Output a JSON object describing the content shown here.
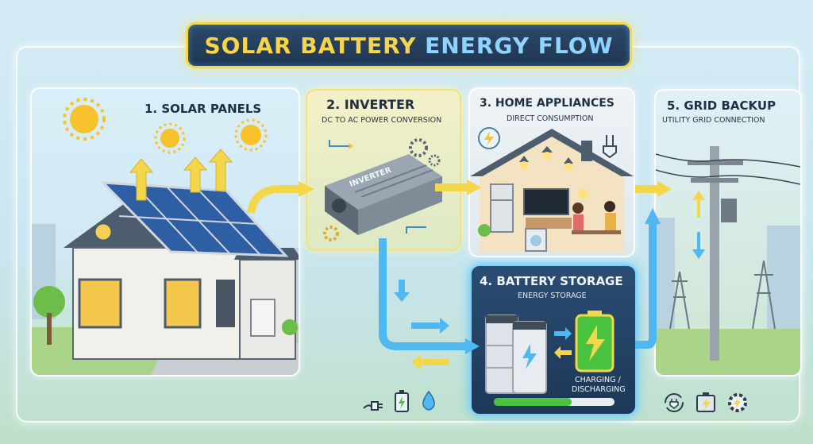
{
  "title": {
    "main": "SOLAR BATTERY",
    "accent": "ENERGY FLOW"
  },
  "panels": {
    "solar": {
      "title": "1. SOLAR PANELS"
    },
    "inverter": {
      "title": "2. INVERTER",
      "subtitle": "DC TO AC POWER CONVERSION",
      "device_label": "INVERTER"
    },
    "home": {
      "title": "3. HOME APPLIANCES",
      "subtitle": "DIRECT CONSUMPTION"
    },
    "battery": {
      "title": "4. BATTERY STORAGE",
      "subtitle": "ENERGY STORAGE",
      "status_line1": "CHARGING /",
      "status_line2": "DISCHARGING"
    },
    "grid": {
      "title": "5. GRID BACKUP",
      "subtitle": "UTILITY GRID CONNECTION"
    }
  },
  "colors": {
    "solar_flow": "#f3d64a",
    "battery_flow": "#4fb8f0",
    "title_bg": "#1f3550",
    "battery_bg": "#1d3857",
    "charge_green": "#49c23f"
  },
  "icons": {
    "bottom_left": [
      "plug-icon",
      "battery-icon",
      "water-drop-icon"
    ],
    "bottom_right": [
      "cycle-plug-icon",
      "battery-bolt-icon",
      "gear-bolt-icon"
    ]
  }
}
